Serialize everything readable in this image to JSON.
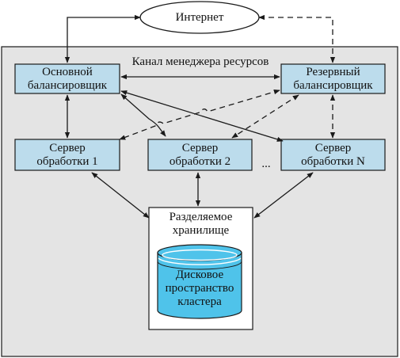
{
  "internet": "Интернет",
  "rm_channel": "Канал менеджера ресурсов",
  "primary_balancer": "Основной\nбалансировщик",
  "backup_balancer": "Резервный\nбалансировщик",
  "server_1": "Сервер\nобработки 1",
  "server_2": "Сервер\nобработки 2",
  "server_n": "Сервер\nобработки N",
  "ellipsis": "...",
  "shared_storage": "Разделяемое\nхранилище",
  "disk_space": "Дисковое\nпространство\nкластера",
  "colors": {
    "cluster_bg": "#e4e4e4",
    "node_fill": "#bcdcec",
    "disk_fill": "#4fc3ea",
    "disk_inner": "#ffffff",
    "stroke": "#1a1a1a",
    "storage_fill": "#ffffff"
  }
}
